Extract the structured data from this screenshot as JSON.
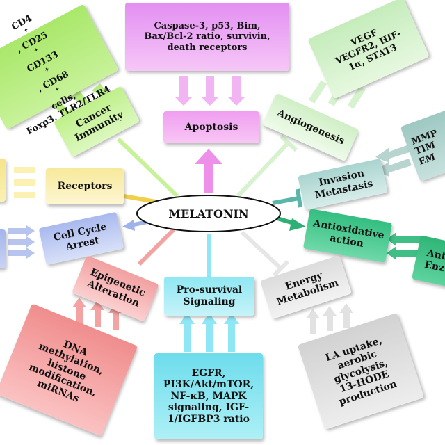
{
  "center": {
    "label": "MELATONIN"
  },
  "nodes": {
    "apoptosis": {
      "label": "Apoptosis",
      "color": "#f4a9f0"
    },
    "apoptosis_factors": {
      "lines": [
        "Caspase-3, p53, Bim,",
        "Bax/Bcl-2 ratio, survivin,",
        "death receptors"
      ],
      "color": "#f0b5f2"
    },
    "angiogenesis": {
      "label": "Angiogenesis",
      "color": "#d7f2cf"
    },
    "angiogenesis_factors": {
      "lines": [
        "VEGF",
        "VEGFR2, HIF-",
        "1α, STAT3"
      ],
      "color": "#d4f0c9"
    },
    "cancer_immunity": {
      "lines": [
        "Cancer",
        "Immunity"
      ],
      "color": "#c8f29a"
    },
    "immunity_factors": {
      "line1": "CD4",
      "line1b": ", CD25",
      "line2": "CD133",
      "line2b": ", CD68",
      "line2c": " cells,",
      "line3": "Foxp3, TLR2/TLR4",
      "sup": "+",
      "color": "#b7ed7e"
    },
    "receptors": {
      "label": "Receptors",
      "color": "#fbf1b2"
    },
    "invasion": {
      "lines": [
        "Invasion",
        "Metastasis"
      ],
      "color": "#bfe0dc"
    },
    "invasion_factors": {
      "lines": [
        "MMP",
        "TIM",
        "EM"
      ],
      "color": "#b7d4cf"
    },
    "cell_cycle": {
      "lines": [
        "Cell Cycle",
        "Arrest"
      ],
      "color": "#b7c4ee"
    },
    "antioxidative": {
      "lines": [
        "Antioxidative",
        "action"
      ],
      "color": "#46c98f"
    },
    "antioxidant_enzymes": {
      "lines": [
        "Anti",
        "Enz"
      ],
      "color": "#3fbf85"
    },
    "epigenetic": {
      "lines": [
        "Epigenetic",
        "Alteration"
      ],
      "color": "#f6b4b4"
    },
    "epigenetic_factors": {
      "lines": [
        "DNA",
        "methylation,",
        "histone",
        "modification,",
        "miRNAs"
      ],
      "color": "#f4a3a3"
    },
    "pro_survival": {
      "lines": [
        "Pro-survival",
        "Signaling"
      ],
      "color": "#aef0f6"
    },
    "pro_survival_factors": {
      "lines": [
        "EGFR,",
        "PI3K/Akt/mTOR,",
        "NF-κB, MAPK",
        "signaling, IGF-",
        "1/IGFBP3 ratio"
      ],
      "color": "#8fe6f4"
    },
    "energy": {
      "lines": [
        "Energy",
        "Metabolism"
      ],
      "color": "#e6e6e6"
    },
    "energy_factors": {
      "lines": [
        "LA uptake,",
        "aerobic",
        "glycolysis,",
        "13-HODE",
        "production"
      ],
      "color": "#e2e2e2"
    }
  }
}
